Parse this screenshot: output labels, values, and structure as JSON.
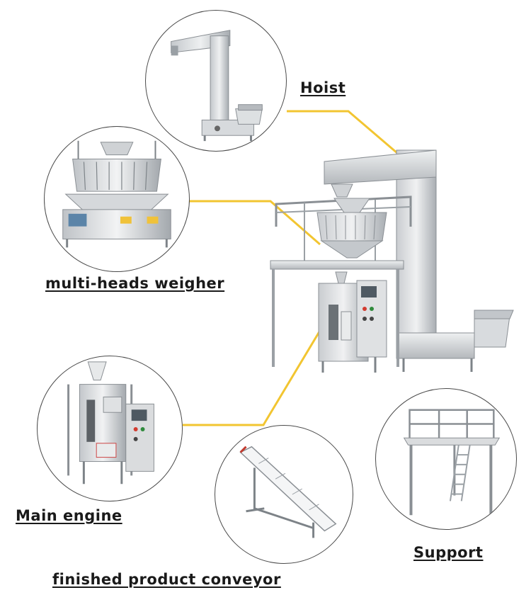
{
  "labels": {
    "hoist": "Hoist",
    "weigher": "multi-heads weigher",
    "main_engine": "Main engine",
    "conveyor": "finished product conveyor",
    "support": "Support"
  },
  "colors": {
    "connector": "#f2c531",
    "steel_light": "#e4e6e8",
    "steel_mid": "#b9bdc1",
    "steel_dark": "#7d8388",
    "outline": "#4a4a4a"
  },
  "icons": [
    "hoist-machine-image",
    "weigher-machine-image",
    "main-engine-image",
    "conveyor-image",
    "support-frame-image",
    "full-packing-machine-image"
  ]
}
